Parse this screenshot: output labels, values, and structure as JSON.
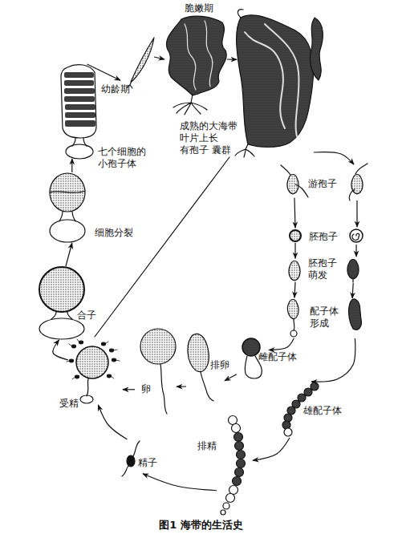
{
  "diagram": {
    "caption": "图1 海带的生活史",
    "nodes": [
      {
        "text": [
          "脆嫩期"
        ]
      },
      {
        "text": [
          "幼龄期"
        ]
      },
      {
        "text": [
          "成熟的大海带 叶片上长 有孢子 囊群"
        ]
      },
      {
        "text": [
          "七个细胞的 小孢子体"
        ]
      },
      {
        "text": [
          "游孢子"
        ]
      },
      {
        "text": [
          "细胞分裂"
        ]
      },
      {
        "text": [
          "胚孢子"
        ]
      },
      {
        "text": [
          "胚孢子 萌发"
        ]
      },
      {
        "text": [
          "合子"
        ]
      },
      {
        "text": [
          "配子体 形成"
        ]
      },
      {
        "text": [
          "雌配子体"
        ]
      },
      {
        "text": [
          "排卵"
        ]
      },
      {
        "text": [
          "卵"
        ]
      },
      {
        "text": [
          "受精"
        ]
      },
      {
        "text": [
          "雄配子体"
        ]
      },
      {
        "text": [
          "排精"
        ]
      },
      {
        "text": [
          "精子"
        ]
      }
    ],
    "edges": [
      {
        "from": 8,
        "to": 5,
        "arrow": "to"
      },
      {
        "from": 5,
        "to": 3,
        "arrow": "to"
      },
      {
        "from": 3,
        "to": 1,
        "arrow": "to"
      },
      {
        "from": 1,
        "to": 0,
        "arrow": "to"
      },
      {
        "from": 0,
        "to": 2,
        "arrow": "to"
      },
      {
        "from": 2,
        "to": 4,
        "arrow": "to"
      },
      {
        "from": 4,
        "to": 6,
        "arrow": "to"
      },
      {
        "from": 6,
        "to": 7,
        "arrow": "to"
      },
      {
        "from": 7,
        "to": 9,
        "arrow": "to"
      },
      {
        "from": 9,
        "to": 10,
        "arrow": "to"
      },
      {
        "from": 9,
        "to": 14,
        "arrow": "to"
      },
      {
        "from": 10,
        "to": 11,
        "arrow": "to"
      },
      {
        "from": 11,
        "to": 12,
        "arrow": "to"
      },
      {
        "from": 12,
        "to": 13,
        "arrow": "to"
      },
      {
        "from": 14,
        "to": 15,
        "arrow": "to"
      },
      {
        "from": 15,
        "to": 16,
        "arrow": "to"
      },
      {
        "from": 16,
        "to": 13,
        "arrow": "to"
      },
      {
        "from": 13,
        "to": 8,
        "arrow": "to"
      }
    ]
  }
}
